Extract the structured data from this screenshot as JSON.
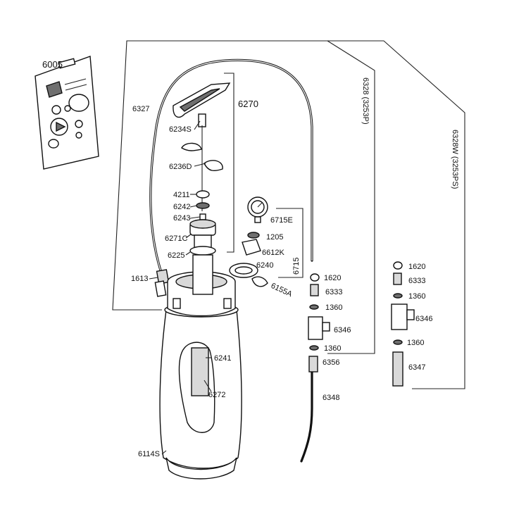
{
  "labels": {
    "p6005": "6005",
    "p6327": "6327",
    "p6270": "6270",
    "p6234S": "6234S",
    "p6236D": "6236D",
    "p4211": "4211",
    "p6242": "6242",
    "p6243": "6243",
    "p6271C": "6271C",
    "p6225": "6225",
    "p1613": "1613",
    "p6715E": "6715E",
    "p1205": "1205",
    "p6612K": "6612K",
    "p6240": "6240",
    "p6715": "6715",
    "p6155A": "6155A",
    "p6241": "6241",
    "p6272": "6272",
    "p6114S": "6114S",
    "p6328": "6328 (3253P)",
    "p6328W": "6328W (3253PS)",
    "a1620": "1620",
    "a6333": "6333",
    "a1360": "1360",
    "a6346": "6346",
    "a1360b": "1360",
    "a6356": "6356",
    "a6348": "6348",
    "b1620": "1620",
    "b6333": "6333",
    "b1360": "1360",
    "b6346": "6346",
    "b1360b": "1360",
    "b6347": "6347"
  },
  "colors": {
    "line": "#111111",
    "fill_light": "#d9d9d9",
    "fill_dark": "#6f6f6f",
    "background": "#ffffff"
  }
}
